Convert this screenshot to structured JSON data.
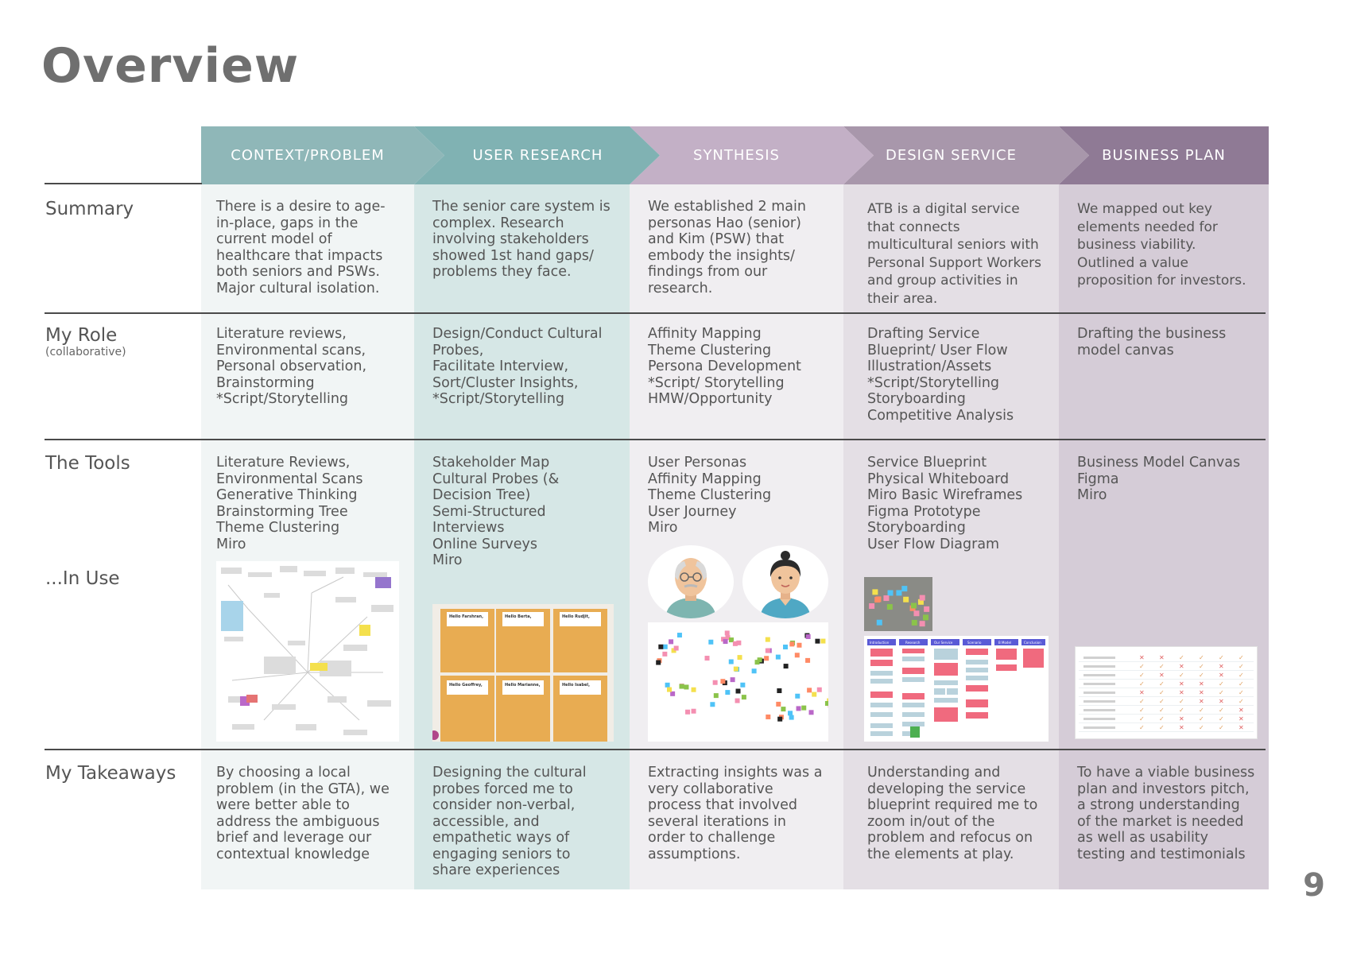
{
  "page": {
    "title": "Overview",
    "page_number": "9"
  },
  "columns": [
    {
      "header": "CONTEXT/PROBLEM",
      "header_color": "#8fb7b8",
      "body_color": "#f1f5f5"
    },
    {
      "header": "USER RESEARCH",
      "header_color": "#80b2b3",
      "body_color": "#d6e7e6"
    },
    {
      "header": "SYNTHESIS",
      "header_color": "#c3b0c6",
      "body_color": "#f0eef1"
    },
    {
      "header": "DESIGN SERVICE",
      "header_color": "#a897ab",
      "body_color": "#e4dfe5"
    },
    {
      "header": "BUSINESS PLAN",
      "header_color": "#8f7a95",
      "body_color": "#d5ccd7"
    }
  ],
  "rows": {
    "summary": {
      "label": "Summary"
    },
    "role": {
      "label": "My Role",
      "sub": "(collaborative)"
    },
    "tools": {
      "label": "The Tools",
      "in_use": "...In Use"
    },
    "takeaways": {
      "label": "My Takeaways"
    }
  },
  "cells": {
    "summary": [
      [
        "There is a desire to age-",
        "in-place, gaps in the",
        "current model of",
        "healthcare that impacts",
        "both seniors and PSWs.",
        "Major cultural isolation."
      ],
      [
        "The senior care system is",
        "complex. Research",
        "involving stakeholders",
        "showed 1st hand gaps/",
        "problems they face."
      ],
      [
        "We established 2 main",
        "personas Hao (senior)",
        "and Kim (PSW) that",
        "embody the insights/",
        "findings from our",
        "research."
      ],
      [
        "ATB is a digital service",
        "that connects",
        "multicultural seniors with",
        "Personal Support Workers",
        "and group activities in",
        "their area."
      ],
      [
        "We mapped out key",
        "elements needed for",
        "business viability.",
        "Outlined a value",
        "proposition for investors."
      ]
    ],
    "role": [
      [
        "Literature reviews,",
        "Environmental scans,",
        "Personal observation,",
        "Brainstorming",
        "*Script/Storytelling"
      ],
      [
        "Design/Conduct Cultural",
        "Probes,",
        "Facilitate Interview,",
        "Sort/Cluster Insights,",
        "*Script/Storytelling"
      ],
      [
        "Affinity Mapping",
        "Theme Clustering",
        "Persona Development",
        "*Script/ Storytelling",
        "HMW/Opportunity"
      ],
      [
        "Drafting Service",
        "Blueprint/ User Flow",
        "Illustration/Assets",
        "*Script/Storytelling",
        "Storyboarding",
        "Competitive Analysis"
      ],
      [
        "Drafting the business",
        "model canvas"
      ]
    ],
    "tools": [
      [
        "Literature Reviews,",
        "Environmental Scans",
        "Generative Thinking",
        "Brainstorming Tree",
        "Theme Clustering",
        "Miro"
      ],
      [
        "Stakeholder Map",
        "Cultural Probes (&",
        "Decision Tree)",
        "Semi-Structured",
        "Interviews",
        "Online Surveys",
        "Miro"
      ],
      [
        "User Personas",
        "Affinity Mapping",
        "Theme Clustering",
        "User Journey",
        "Miro"
      ],
      [
        "Service Blueprint",
        "Physical Whiteboard",
        "Miro Basic Wireframes",
        "Figma Prototype",
        "Storyboarding",
        "User Flow Diagram"
      ],
      [
        "Business Model Canvas",
        "Figma",
        "Miro"
      ]
    ],
    "takeaways": [
      [
        "By choosing a local",
        "problem (in the GTA), we",
        "were better able to",
        "address the ambiguous",
        "brief and leverage our",
        "contextual knowledge"
      ],
      [
        "Designing the cultural",
        "probes forced me to",
        "consider non-verbal,",
        "accessible, and",
        "empathetic ways of",
        "engaging seniors to",
        "share experiences"
      ],
      [
        "Extracting insights was a",
        "very collaborative",
        "process that involved",
        "several iterations in",
        "order to challenge",
        "assumptions."
      ],
      [
        "Understanding and",
        "developing the service",
        "blueprint required me to",
        "zoom in/out of the",
        "problem and refocus on",
        "the elements at play."
      ],
      [
        "To have a viable business",
        "plan and investors pitch,",
        "a strong understanding",
        "of the market is needed",
        "as well as usability",
        "testing and testimonials"
      ]
    ]
  },
  "thumbnails": {
    "probe_cards": [
      "Hello Farshran,",
      "Hello Berta,",
      "Hello Rudjit,",
      "Hello Geoffrey,",
      "Hello Marianne,",
      "Hello Isabel,"
    ],
    "blueprint_headers": [
      "Introduction",
      "Research",
      "Our Service",
      "Scenario",
      "B Model",
      "Conclusion"
    ]
  },
  "colors": {
    "divider": "#4a4a4a",
    "sticky": [
      "#f4e04d",
      "#f48fb1",
      "#8bc34a",
      "#4fc3f7",
      "#ff8a65",
      "#ba68c8",
      "#222222"
    ]
  }
}
